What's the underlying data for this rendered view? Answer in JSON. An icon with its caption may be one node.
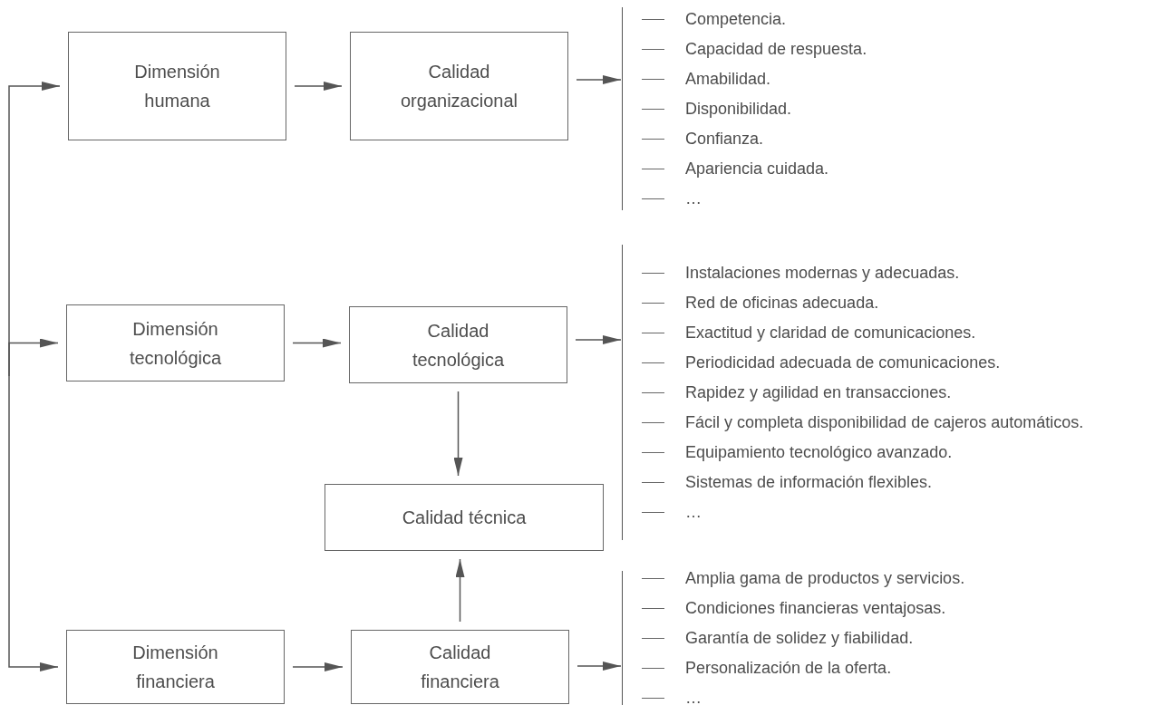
{
  "diagram": {
    "nodes": [
      {
        "text": [
          "Dimensión humana"
        ]
      },
      {
        "text": [
          "Calidad organizacional"
        ]
      },
      {
        "text": [
          "Competencia.",
          "Capacidad de respuesta.",
          "Amabilidad.",
          "Disponibilidad.",
          "Confianza.",
          "Apariencia cuidada.",
          "…"
        ]
      },
      {
        "text": [
          "Dimensión tecnológica"
        ]
      },
      {
        "text": [
          "Calidad tecnológica"
        ]
      },
      {
        "text": [
          "Instalaciones modernas y adecuadas.",
          "Red de oficinas adecuada.",
          "Exactitud y claridad de comunicaciones.",
          "Periodicidad adecuada de comunicaciones.",
          "Rapidez y agilidad en transacciones.",
          "Fácil y completa disponibilidad de cajeros automáticos.",
          "Equipamiento tecnológico avanzado.",
          "Sistemas de información flexibles.",
          "…"
        ]
      },
      {
        "text": [
          "Calidad técnica"
        ]
      },
      {
        "text": [
          "Dimensión financiera"
        ]
      },
      {
        "text": [
          "Calidad financiera"
        ]
      },
      {
        "text": [
          "Amplia gama de productos y servicios.",
          "Condiciones financieras ventajosas.",
          "Garantía de solidez y fiabilidad.",
          "Personalización de la oferta.",
          "…"
        ]
      }
    ],
    "edges": [
      {
        "from": null,
        "to": 0,
        "arrow": "to"
      },
      {
        "from": null,
        "to": 3,
        "arrow": "to"
      },
      {
        "from": null,
        "to": 7,
        "arrow": "to"
      },
      {
        "from": 0,
        "to": 1,
        "arrow": "to"
      },
      {
        "from": 1,
        "to": 2,
        "arrow": "to"
      },
      {
        "from": 3,
        "to": 4,
        "arrow": "to"
      },
      {
        "from": 4,
        "to": 5,
        "arrow": "to"
      },
      {
        "from": 4,
        "to": 6,
        "arrow": "to"
      },
      {
        "from": 8,
        "to": 6,
        "arrow": "to"
      },
      {
        "from": 7,
        "to": 8,
        "arrow": "to"
      },
      {
        "from": 8,
        "to": 9,
        "arrow": "to"
      }
    ]
  }
}
